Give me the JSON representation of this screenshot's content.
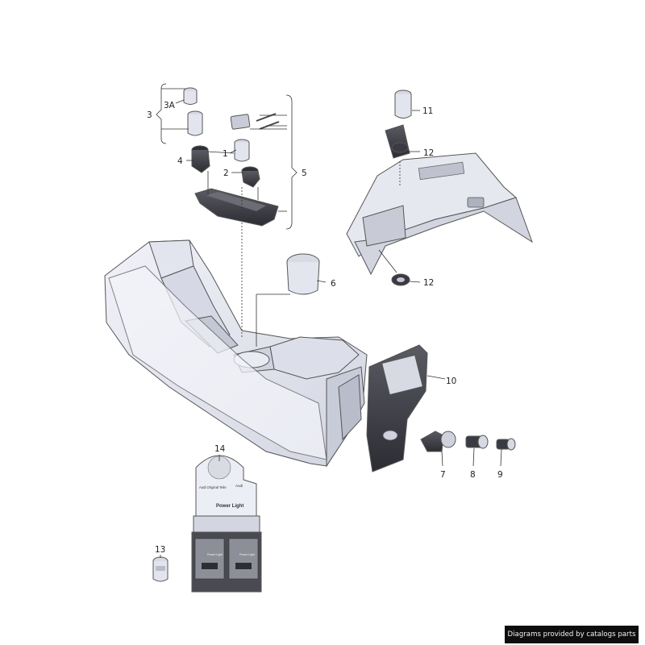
{
  "labels": {
    "l1": "1",
    "l2": "2",
    "l3": "3",
    "l3a": "3A",
    "l4": "4",
    "l5": "5",
    "l6": "6",
    "l7": "7",
    "l8": "8",
    "l9": "9",
    "l10": "10",
    "l11": "11",
    "l12a": "12",
    "l12b": "12",
    "l13": "13",
    "l14": "14"
  },
  "box_text": {
    "brand_small": "Audi Original Teile",
    "brand_logo": "Audi",
    "product": "Power Light",
    "product_small_1": "Power Light",
    "product_small_2": "Power Light"
  },
  "credit": "Diagrams provided by catalogs parts",
  "colors": {
    "part_fill": "#eceef5",
    "part_shadow": "#c9ccd8",
    "dark_part": "#3c3d44",
    "text": "#222222"
  }
}
